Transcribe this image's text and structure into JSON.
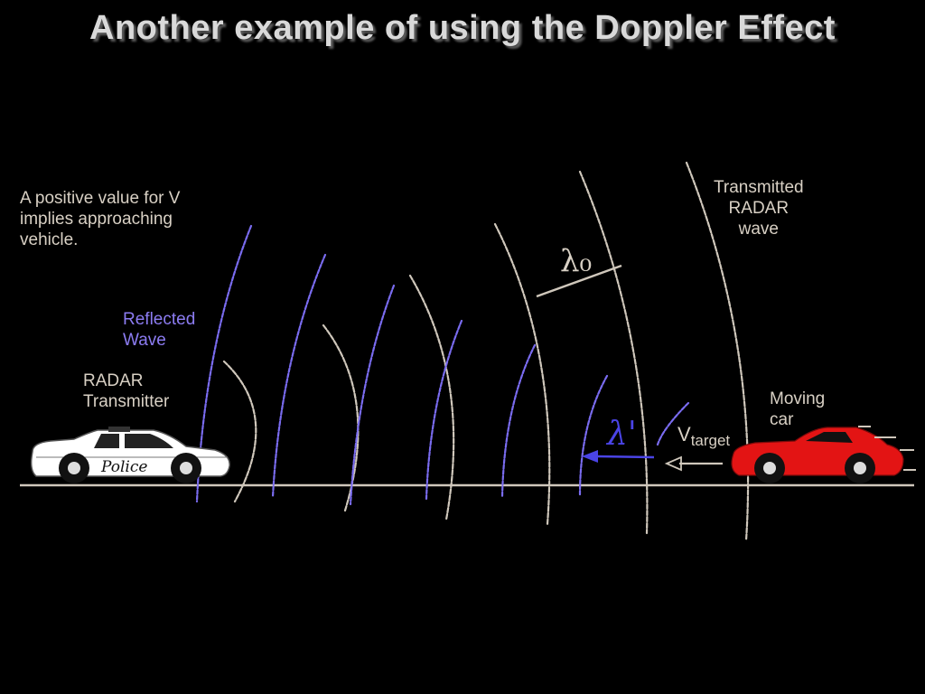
{
  "slide": {
    "title": "Another example of using the Doppler Effect"
  },
  "labels": {
    "positive_v_note": "A positive value for V\nimplies approaching\nvehicle.",
    "reflected_wave": "Reflected\nWave",
    "radar_transmitter": "RADAR\nTransmitter",
    "transmitted_wave": "Transmitted\nRADAR\nwave",
    "moving_car": "Moving\ncar",
    "police_text": "Police",
    "lambda_0": "λ₀",
    "lambda_prime": "λ'",
    "v_target": "V",
    "v_target_sub": "target"
  },
  "colors": {
    "background": "#000000",
    "title": "#d9d9d9",
    "text": "#d8d0c4",
    "reflected_wave": "#7a6cf0",
    "transmitted_wave": "#cfc7bb",
    "moving_car": "#e31414",
    "police_car": "#ffffff",
    "lambda_prime": "#4a44e6"
  },
  "icons": {
    "police_car": "police-car-icon",
    "moving_car": "red-car-icon",
    "lambda_prime_arrow": "arrow-left-icon",
    "velocity_arrow": "arrow-left-icon"
  }
}
